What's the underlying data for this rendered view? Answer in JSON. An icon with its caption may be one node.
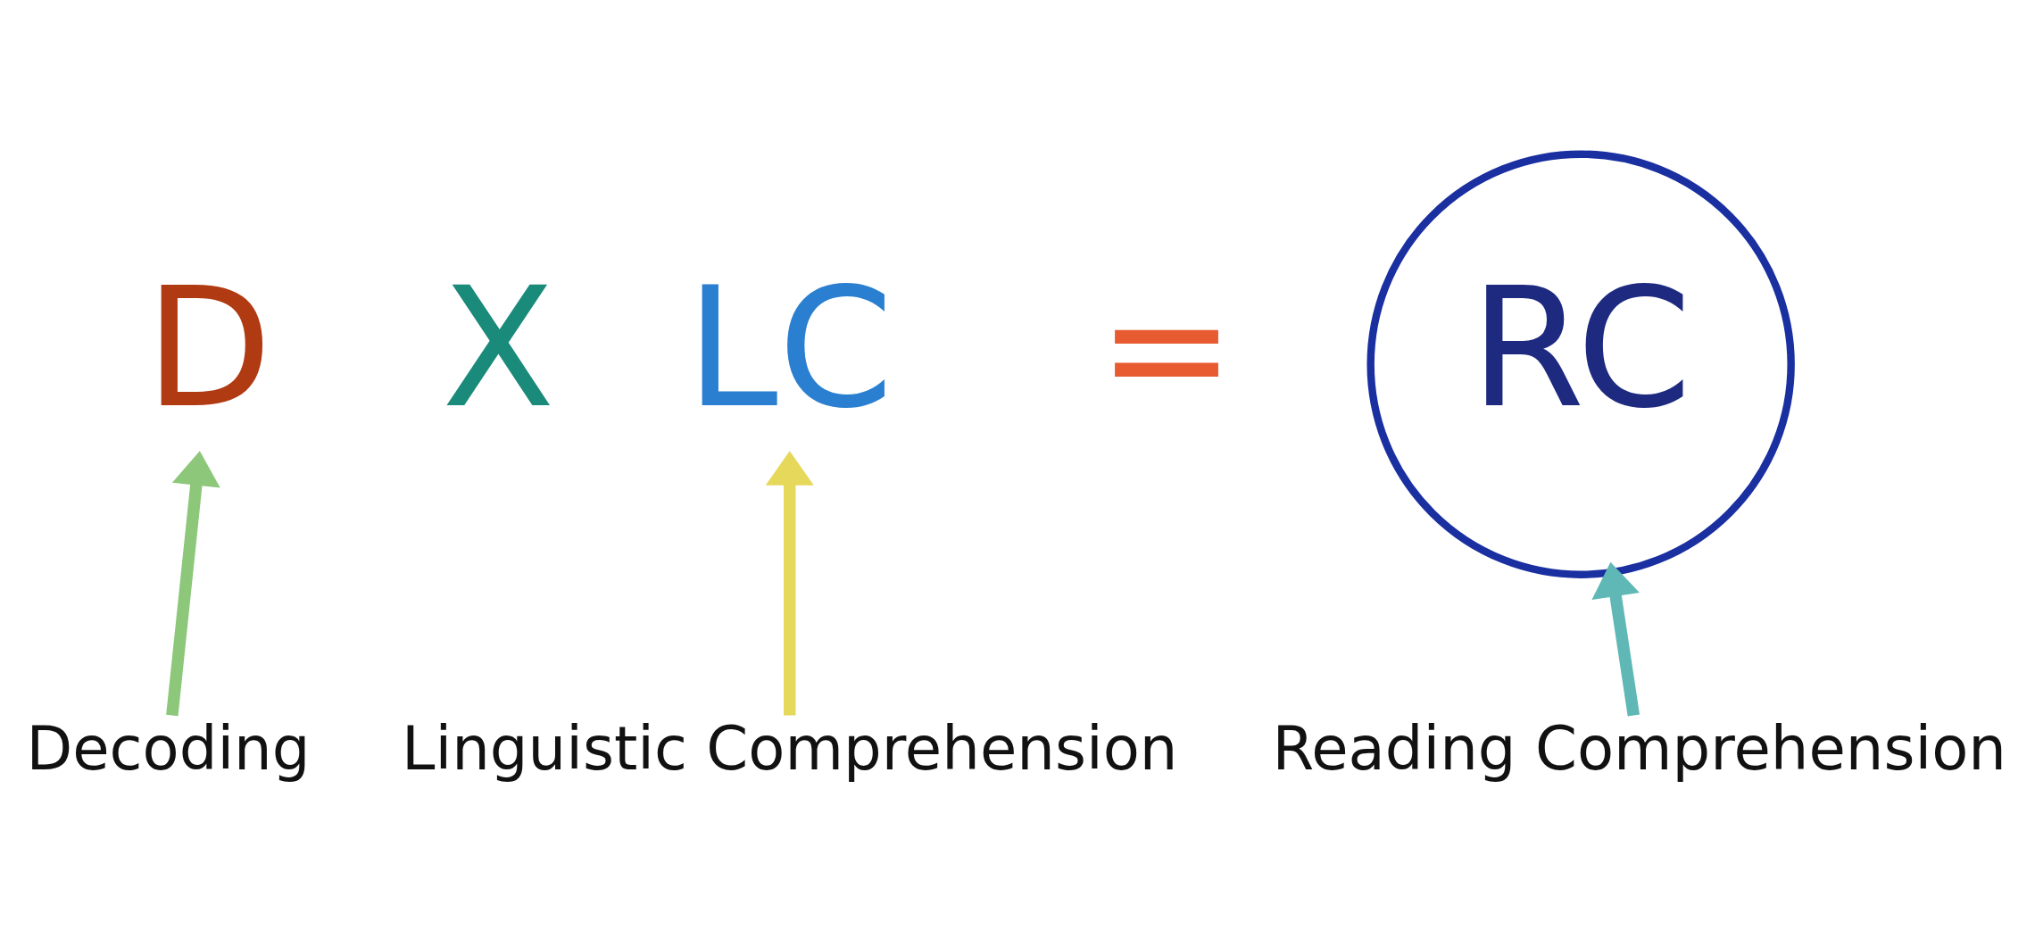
{
  "diagram": {
    "nodes": [
      {
        "text": [
          "D"
        ]
      },
      {
        "text": [
          "LC"
        ]
      },
      {
        "text": [
          "RC"
        ]
      },
      {
        "text": [
          "Decoding"
        ]
      },
      {
        "text": [
          "Linguistic Comprehension"
        ]
      },
      {
        "text": [
          "Reading Comprehension"
        ]
      }
    ],
    "edges": [
      {
        "from": 3,
        "to": 0,
        "arrow": "to",
        "color": "#8cc77a"
      },
      {
        "from": 4,
        "to": 1,
        "arrow": "to",
        "color": "#e6d85a"
      },
      {
        "from": 5,
        "to": 2,
        "arrow": "to",
        "color": "#5fb8b5"
      }
    ],
    "labels": [
      "X",
      "="
    ]
  }
}
